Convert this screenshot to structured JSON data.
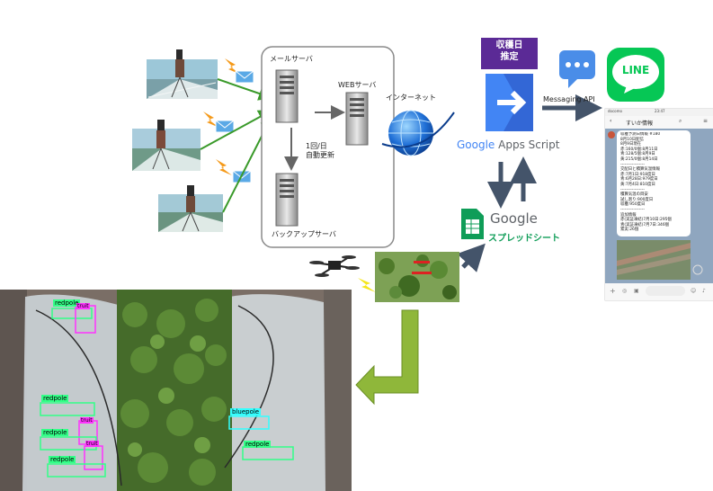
{
  "servers": {
    "mail_label": "メールサーバ",
    "web_label": "WEBサーバ",
    "backup_label": "バックアップサーバ",
    "update_line1": "1回/日",
    "update_line2": "自動更新",
    "internet_label": "インターネット"
  },
  "gas": {
    "badge_line1": "収穫日",
    "badge_line2": "推定",
    "google": "Google",
    "apps_script": " Apps Script",
    "badge_color": "#5b2a96"
  },
  "messaging": {
    "api_label": "Messaging API",
    "line_logo": "LINE",
    "line_color": "#06c755"
  },
  "sheets": {
    "google": "Google",
    "label": "スプレッドシート"
  },
  "phone": {
    "status_carrier": "docomo",
    "status_time": "23:47",
    "chat_title": "すいか情報",
    "message_lines": [
      "収穫予測日情報 #180",
      "8月10日配信",
      "8月9日現在",
      "赤:160/0個:8月11日",
      "青:128/5個:8月9日",
      "黄:215/0個:8月14日",
      "-----------------",
      "交配日と積算気温情報",
      "赤:7月1日:918度日",
      "青:6月28日:979度日",
      "黄:7月4日:810度日",
      "-----------------",
      "積算気温の目安",
      "試し割り:900度日",
      "収穫:950度日",
      "-----------------",
      "追加情報",
      "赤(実証凍結)7月10日:295個",
      "青(実証凍結)7月7日:346個",
      "累実:26個"
    ]
  },
  "detection_labels": [
    "redpole",
    "truit",
    "redpole",
    "truit",
    "redpole",
    "truit",
    "redpole",
    "bluepole",
    "redpole"
  ]
}
